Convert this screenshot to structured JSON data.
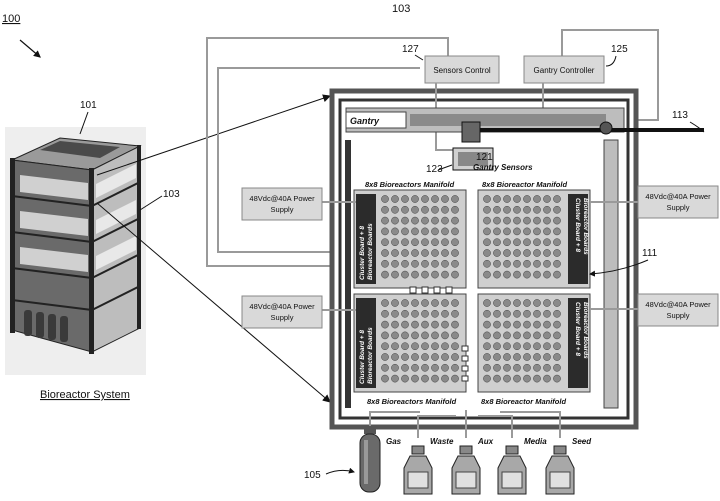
{
  "labels": {
    "fig_ref": "100",
    "top_ref": "103",
    "system_caption": "Bioreactor System",
    "ref_101": "101",
    "ref_103_side": "103",
    "ref_127": "127",
    "ref_125": "125",
    "ref_113": "113",
    "ref_121": "121",
    "ref_123": "123",
    "ref_111": "111",
    "ref_105": "105"
  },
  "boxes": {
    "sensors_control": "Sensors Control",
    "gantry_controller": "Gantry Controller",
    "gantry": "Gantry",
    "gantry_sensors": "Gantry Sensors"
  },
  "power_supplies": [
    {
      "line1": "48Vdc@40A Power",
      "line2": "Supply"
    },
    {
      "line1": "48Vdc@40A Power",
      "line2": "Supply"
    },
    {
      "line1": "48Vdc@40A Power",
      "line2": "Supply"
    },
    {
      "line1": "48Vdc@40A Power",
      "line2": "Supply"
    }
  ],
  "manifolds": [
    "8x8 Bioreactors Manifold",
    "8x8 Bioreactor Manifold",
    "8x8 Bioreactors Manifold",
    "8x8 Bioreactor Manifold"
  ],
  "cluster_boards": [
    {
      "line1": "Cluster Board + 8",
      "line2": "Bioreactor Boards"
    },
    {
      "line1": "Cluster Board + 8",
      "line2": "Bioreactor Boards"
    },
    {
      "line1": "Cluster Board + 8",
      "line2": "Bioreactor Boards"
    },
    {
      "line1": "Cluster Board + 8",
      "line2": "Bioreactor Boards"
    }
  ],
  "containers": [
    "Gas",
    "Waste",
    "Aux",
    "Media",
    "Seed"
  ],
  "colors": {
    "frame": "#555555",
    "panel": "#cfcfcf",
    "box_fill": "#d9d9d9",
    "cluster_board": "#2b2b2b",
    "well": "#8a8a8a",
    "wire": "#9a9a9a"
  }
}
